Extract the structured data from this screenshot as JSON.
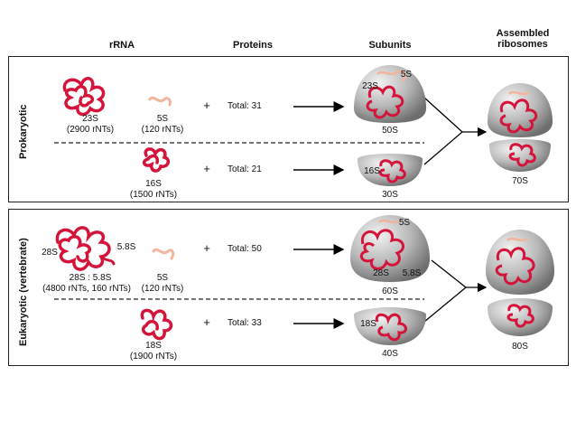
{
  "headers": {
    "rrna": "rRNA",
    "proteins": "Proteins",
    "subunits": "Subunits",
    "assembled": "Assembled ribosomes"
  },
  "prokaryotic": {
    "side_label": "Prokaryotic",
    "large": {
      "rrna_a_name": "23S",
      "rrna_a_len": "(2900 rNTs)",
      "rrna_b_name": "5S",
      "rrna_b_len": "(120 rNTs)",
      "plus": "+",
      "proteins": "Total:  31",
      "subunit_label": "50S",
      "tag_a": "23S",
      "tag_b": "5S"
    },
    "small": {
      "rrna_name": "16S",
      "rrna_len": "(1500 rNTs)",
      "plus": "+",
      "proteins": "Total:  21",
      "subunit_label": "30S",
      "tag": "16S"
    },
    "assembled_label": "70S"
  },
  "eukaryotic": {
    "side_label": "Eukaryotic (vertebrate)",
    "large": {
      "tag_28s": "28S",
      "tag_58s": "5.8S",
      "rrna_a_name": "28S : 5.8S",
      "rrna_a_len": "(4800 rNTs, 160 rNTs)",
      "rrna_b_name": "5S",
      "rrna_b_len": "(120 rNTs)",
      "plus": "+",
      "proteins": "Total:  50",
      "subunit_label": "60S",
      "sub_tag_5s": "5S",
      "sub_tag_28s": "28S",
      "sub_tag_58s": "5.8S"
    },
    "small": {
      "rrna_name": "18S",
      "rrna_len": "(1900 rNTs)",
      "plus": "+",
      "proteins": "Total:  33",
      "subunit_label": "40S",
      "tag": "18S"
    },
    "assembled_label": "80S"
  },
  "colors": {
    "rrna_red": "#d4143a",
    "rrna_pink": "#f2b49a",
    "subunit_gray": "#9a9a9a"
  }
}
